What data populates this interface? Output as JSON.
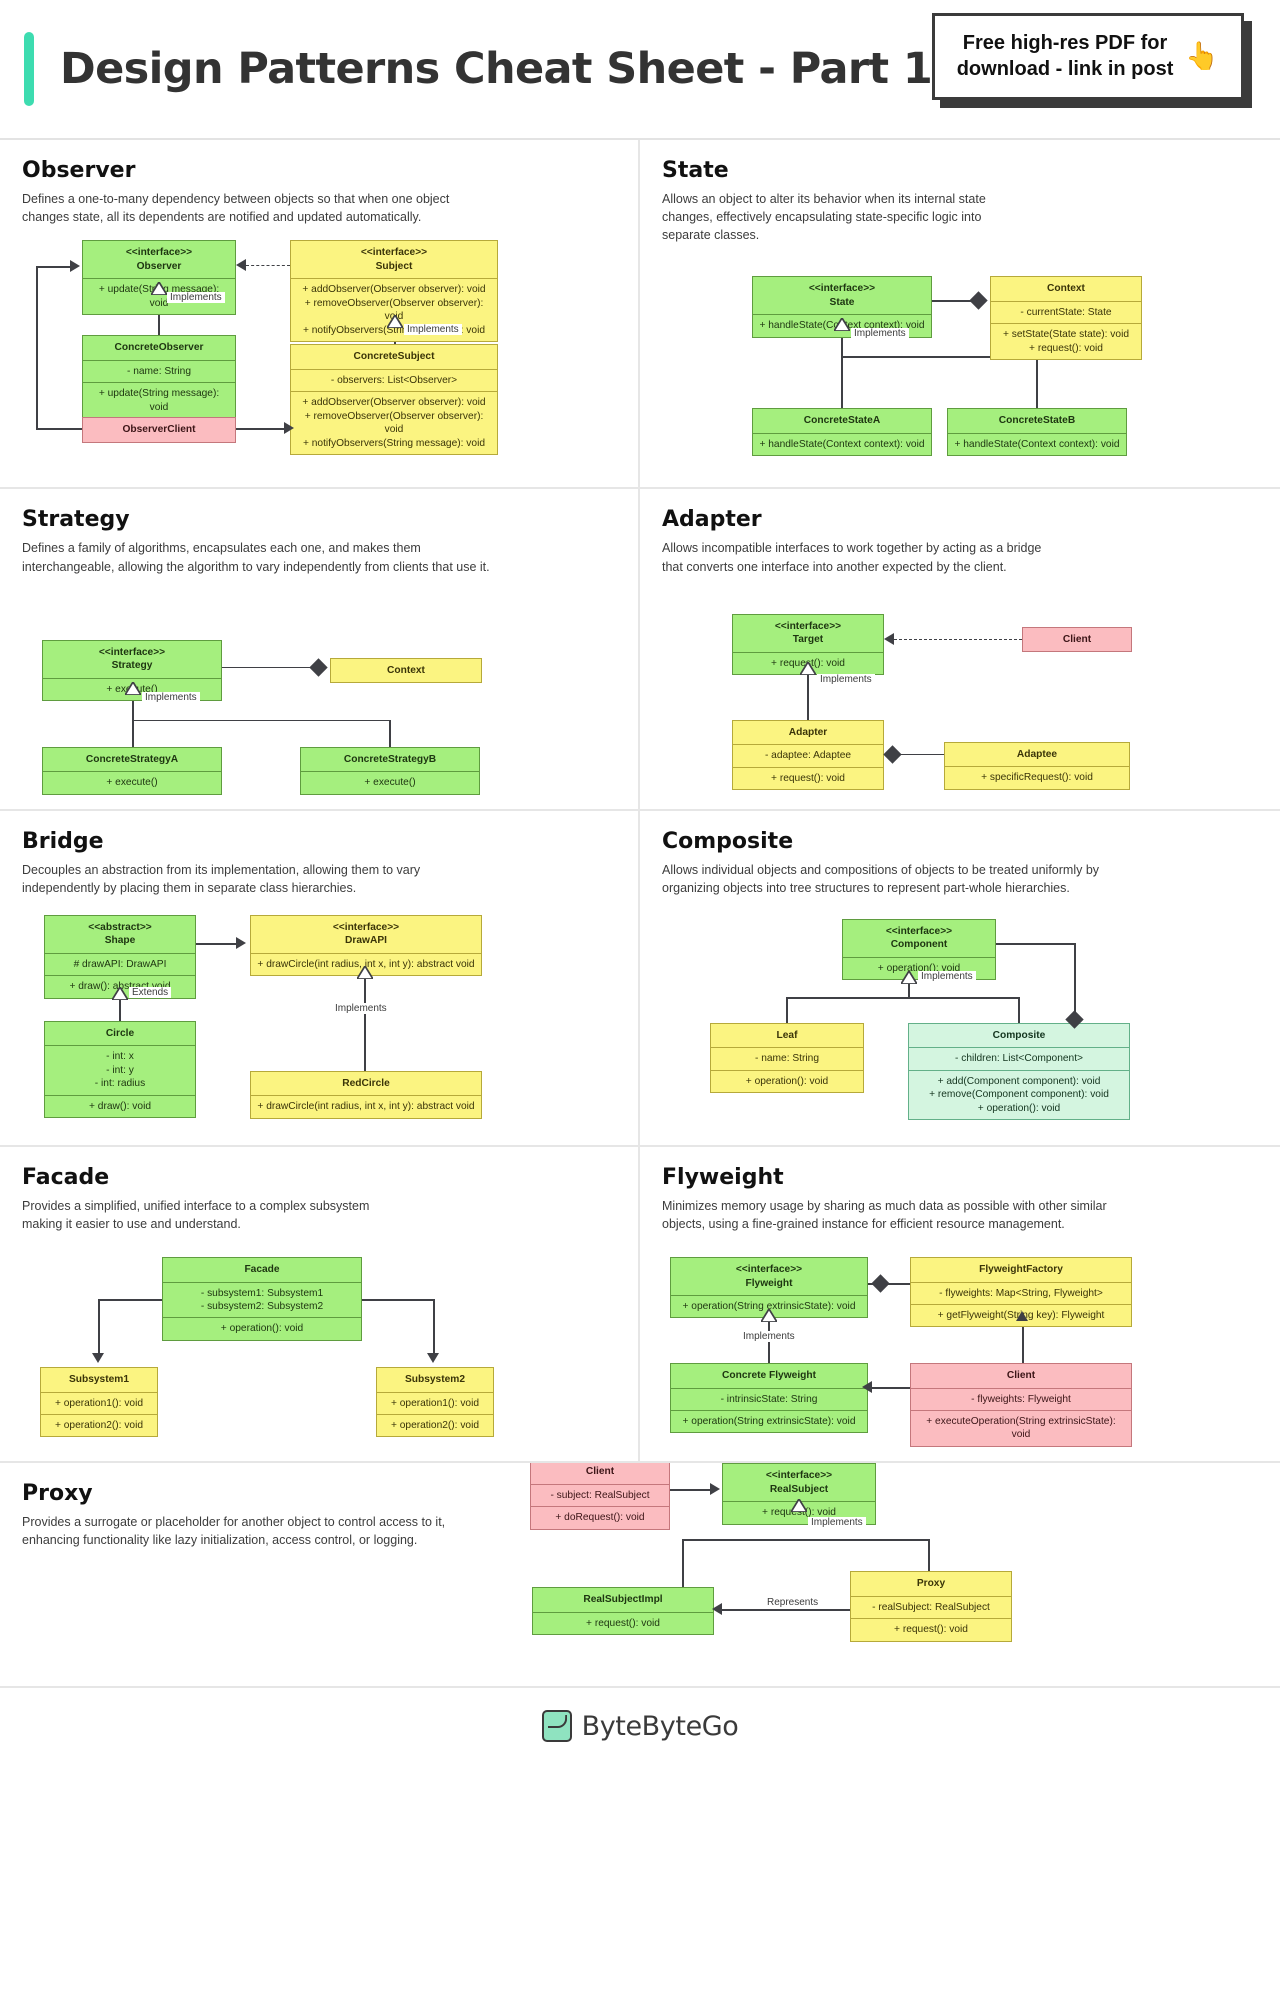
{
  "header": {
    "title": "Design Patterns Cheat Sheet - Part 1",
    "promo_text": "Free high-res PDF for\ndownload - link in post",
    "promo_emoji": "👆",
    "accent_color": "#3ddcb0"
  },
  "colors": {
    "green": "#a5ef7e",
    "yellow": "#fbf481",
    "pink": "#fbbcc0",
    "mint": "#d4f5e0",
    "line": "#3f4045"
  },
  "patterns": [
    {
      "name": "Observer",
      "description": "Defines a one-to-many dependency between objects so that when one object\nchanges state, all its dependents are notified and updated automatically.",
      "boxes": {
        "observer": {
          "header": "<<interface>>\nObserver",
          "sections": [
            "+ update(String message): void"
          ]
        },
        "subject": {
          "header": "<<interface>>\nSubject",
          "sections": [
            "+ addObserver(Observer observer): void\n+ removeObserver(Observer observer): void\n+ notifyObservers(String message): void"
          ]
        },
        "concrete_observer": {
          "header": "ConcreteObserver",
          "sections": [
            "- name: String",
            "+ update(String message): void"
          ]
        },
        "concrete_subject": {
          "header": "ConcreteSubject",
          "sections": [
            "- observers: List<Observer>",
            "+ addObserver(Observer observer): void\n+ removeObserver(Observer observer): void\n+ notifyObservers(String message): void"
          ]
        },
        "observer_client": {
          "header": "ObserverClient",
          "sections": []
        }
      },
      "labels": {
        "implements_left": "Implements",
        "implements_right": "Implements"
      }
    },
    {
      "name": "State",
      "description": "Allows an object to alter its behavior when its internal state\nchanges, effectively encapsulating state-specific logic into\nseparate classes.",
      "boxes": {
        "state": {
          "header": "<<interface>>\nState",
          "sections": [
            "+ handleState(Context context): void"
          ]
        },
        "context": {
          "header": "Context",
          "sections": [
            "- currentState: State",
            "+ setState(State state): void\n+ request(): void"
          ]
        },
        "concrete_state_a": {
          "header": "ConcreteStateA",
          "sections": [
            "+ handleState(Context context): void"
          ]
        },
        "concrete_state_b": {
          "header": "ConcreteStateB",
          "sections": [
            "+ handleState(Context context): void"
          ]
        }
      },
      "labels": {
        "implements": "Implements"
      }
    },
    {
      "name": "Strategy",
      "description": "Defines a family of algorithms, encapsulates each one, and makes them\ninterchangeable, allowing the algorithm to vary independently from clients that use it.",
      "boxes": {
        "strategy": {
          "header": "<<interface>>\nStrategy",
          "sections": [
            "+ execute()"
          ]
        },
        "context": {
          "header": "Context",
          "sections": []
        },
        "concrete_strategy_a": {
          "header": "ConcreteStrategyA",
          "sections": [
            "+ execute()"
          ]
        },
        "concrete_strategy_b": {
          "header": "ConcreteStrategyB",
          "sections": [
            "+ execute()"
          ]
        }
      },
      "labels": {
        "implements": "Implements"
      }
    },
    {
      "name": "Adapter",
      "description": "Allows incompatible interfaces to work together by acting as a bridge\nthat converts one interface into another expected by the client.",
      "boxes": {
        "target": {
          "header": "<<interface>>\nTarget",
          "sections": [
            "+ request(): void"
          ]
        },
        "client": {
          "header": "Client",
          "sections": []
        },
        "adapter": {
          "header": "Adapter",
          "sections": [
            "- adaptee: Adaptee",
            "+ request(): void"
          ]
        },
        "adaptee": {
          "header": "Adaptee",
          "sections": [
            "+ specificRequest(): void"
          ]
        }
      },
      "labels": {
        "implements": "Implements"
      }
    },
    {
      "name": "Bridge",
      "description": "Decouples an abstraction from its implementation, allowing them to vary\nindependently by placing them in separate class hierarchies.",
      "boxes": {
        "shape": {
          "header": "<<abstract>>\nShape",
          "sections": [
            "# drawAPI: DrawAPI",
            "+ draw(): abstract void"
          ]
        },
        "drawapi": {
          "header": "<<interface>>\nDrawAPI",
          "sections": [
            "+ drawCircle(int radius, int x, int y): abstract void"
          ]
        },
        "circle": {
          "header": "Circle",
          "sections": [
            "- int: x\n- int: y\n- int: radius",
            "+ draw(): void"
          ]
        },
        "redcircle": {
          "header": "RedCircle",
          "sections": [
            "+ drawCircle(int radius, int x, int y): abstract void"
          ]
        }
      },
      "labels": {
        "extends": "Extends",
        "implements": "Implements"
      }
    },
    {
      "name": "Composite",
      "description": "Allows individual objects and compositions of objects to be treated uniformly by\norganizing objects into tree structures to represent part-whole hierarchies.",
      "boxes": {
        "component": {
          "header": "<<interface>>\nComponent",
          "sections": [
            "+ operation(): void"
          ]
        },
        "leaf": {
          "header": "Leaf",
          "sections": [
            "- name: String",
            "+ operation(): void"
          ]
        },
        "composite": {
          "header": "Composite",
          "sections": [
            "- children: List<Component>",
            "+ add(Component component): void\n+ remove(Component component): void\n+ operation(): void"
          ]
        }
      },
      "labels": {
        "implements": "Implements"
      }
    },
    {
      "name": "Facade",
      "description": "Provides a simplified, unified interface to a complex subsystem\nmaking it easier to use and understand.",
      "boxes": {
        "facade": {
          "header": "Facade",
          "sections": [
            "- subsystem1: Subsystem1\n- subsystem2: Subsystem2",
            "+ operation(): void"
          ]
        },
        "subsystem1": {
          "header": "Subsystem1",
          "sections": [
            "+ operation1(): void",
            "+ operation2(): void"
          ]
        },
        "subsystem2": {
          "header": "Subsystem2",
          "sections": [
            "+ operation1(): void",
            "+ operation2(): void"
          ]
        }
      },
      "labels": {}
    },
    {
      "name": "Flyweight",
      "description": "Minimizes memory usage by sharing as much data as possible with other similar\nobjects, using a fine-grained instance for efficient resource management.",
      "boxes": {
        "flyweight": {
          "header": "<<interface>>\nFlyweight",
          "sections": [
            "+ operation(String extrinsicState): void"
          ]
        },
        "factory": {
          "header": "FlyweightFactory",
          "sections": [
            "- flyweights: Map<String, Flyweight>",
            "+ getFlyweight(String key): Flyweight"
          ]
        },
        "concrete_flyweight": {
          "header": "Concrete Flyweight",
          "sections": [
            "- intrinsicState: String",
            "+ operation(String extrinsicState): void"
          ]
        },
        "client": {
          "header": "Client",
          "sections": [
            "- flyweights: Flyweight",
            "+ executeOperation(String extrinsicState): void"
          ]
        }
      },
      "labels": {
        "implements": "Implements"
      }
    },
    {
      "name": "Proxy",
      "description": "Provides a surrogate or placeholder for another object to control access to it,\nenhancing functionality like lazy initialization, access control, or logging.",
      "boxes": {
        "client": {
          "header": "Client",
          "sections": [
            "- subject: RealSubject",
            "+ doRequest(): void"
          ]
        },
        "realsubject": {
          "header": "<<interface>>\nRealSubject",
          "sections": [
            "+ request(): void"
          ]
        },
        "proxy": {
          "header": "Proxy",
          "sections": [
            "- realSubject: RealSubject",
            "+ request(): void"
          ]
        },
        "realsubjectimpl": {
          "header": "RealSubjectImpl",
          "sections": [
            "+ request(): void"
          ]
        }
      },
      "labels": {
        "implements": "Implements",
        "represents": "Represents"
      }
    }
  ],
  "footer": {
    "brand": "ByteByteGo"
  }
}
